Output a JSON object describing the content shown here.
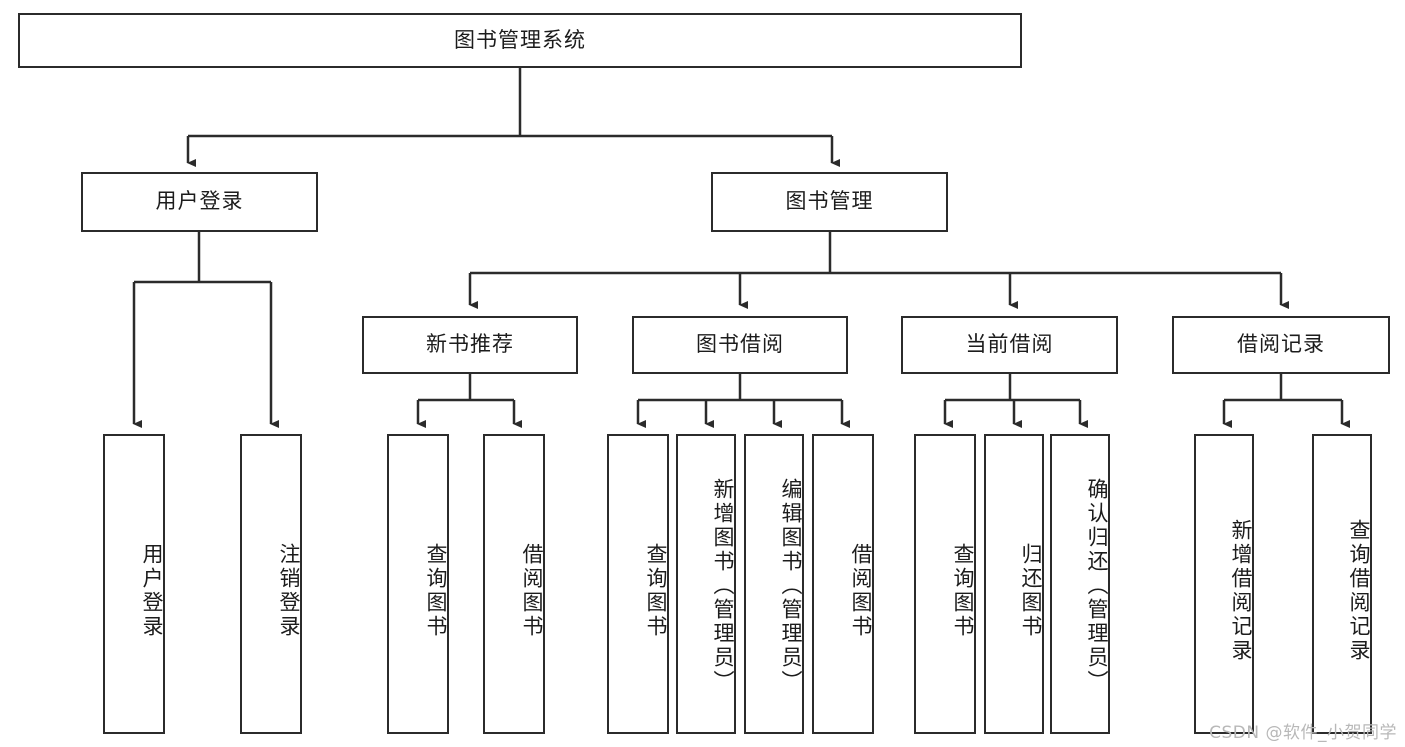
{
  "diagram": {
    "title": "图书管理系统",
    "type": "tree-hierarchy",
    "watermark": "CSDN @软件_小贺同学",
    "colors": {
      "stroke": "#2b2b2b",
      "background": "#ffffff",
      "text": "#1c1c1c",
      "watermark": "#b8b8b8"
    },
    "levels": {
      "root": {
        "label": "图书管理系统"
      },
      "level2": [
        {
          "id": "user-login",
          "label": "用户登录"
        },
        {
          "id": "book-management",
          "label": "图书管理"
        }
      ],
      "level3": [
        {
          "id": "new-book-recommend",
          "label": "新书推荐"
        },
        {
          "id": "book-borrow",
          "label": "图书借阅"
        },
        {
          "id": "current-borrow",
          "label": "当前借阅"
        },
        {
          "id": "borrow-record",
          "label": "借阅记录"
        }
      ],
      "leaves": {
        "user_login": [
          {
            "id": "leaf-user-login",
            "label": "用户登录"
          },
          {
            "id": "leaf-logout-login",
            "label": "注销登录"
          }
        ],
        "new_book_recommend": [
          {
            "id": "leaf-query-book-1",
            "label": "查询图书"
          },
          {
            "id": "leaf-borrow-book-1",
            "label": "借阅图书"
          }
        ],
        "book_borrow": [
          {
            "id": "leaf-query-book-2",
            "label": "查询图书"
          },
          {
            "id": "leaf-add-book",
            "label": "新增图书（管理员）"
          },
          {
            "id": "leaf-edit-book",
            "label": "编辑图书（管理员）"
          },
          {
            "id": "leaf-borrow-book-2",
            "label": "借阅图书"
          }
        ],
        "current_borrow": [
          {
            "id": "leaf-query-book-3",
            "label": "查询图书"
          },
          {
            "id": "leaf-return-book",
            "label": "归还图书"
          },
          {
            "id": "leaf-confirm-return",
            "label": "确认归还（管理员）"
          }
        ],
        "borrow_record": [
          {
            "id": "leaf-add-record",
            "label": "新增借阅记录"
          },
          {
            "id": "leaf-query-record",
            "label": "查询借阅记录"
          }
        ]
      }
    }
  }
}
